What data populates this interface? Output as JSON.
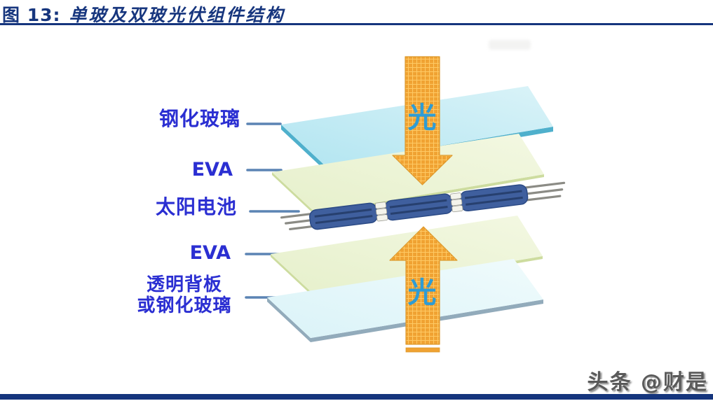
{
  "header": {
    "figure_label": "图 13:",
    "title": "单玻及双玻光伏组件结构"
  },
  "diagram": {
    "layer_labels": [
      {
        "text": "钢化玻璃"
      },
      {
        "text": "EVA"
      },
      {
        "text": "太阳电池"
      },
      {
        "text": "EVA"
      },
      {
        "text": "透明背板",
        "text_line2": "或钢化玻璃"
      }
    ],
    "light_top": "光",
    "light_bottom": "光",
    "colors": {
      "title_navy": "#17367e",
      "label_blue": "#2b2fd2",
      "leader_line": "#5b84b4",
      "glass": "#bfe9f3",
      "glass_edge": "#4fb0cc",
      "eva": "#ecf5d6",
      "eva_edge": "#cddc9f",
      "backsheet": "#e4f7fb",
      "backsheet_edge": "#92abbb",
      "cell_blue": "#3f5f9e",
      "wire_gray": "#8b8b85",
      "arrow_orange": "#f0a232",
      "arrow_grid_line": "#fec964",
      "light_text_blue": "#2f9cd4"
    }
  },
  "footer": {
    "watermark": "头条 @财是"
  }
}
